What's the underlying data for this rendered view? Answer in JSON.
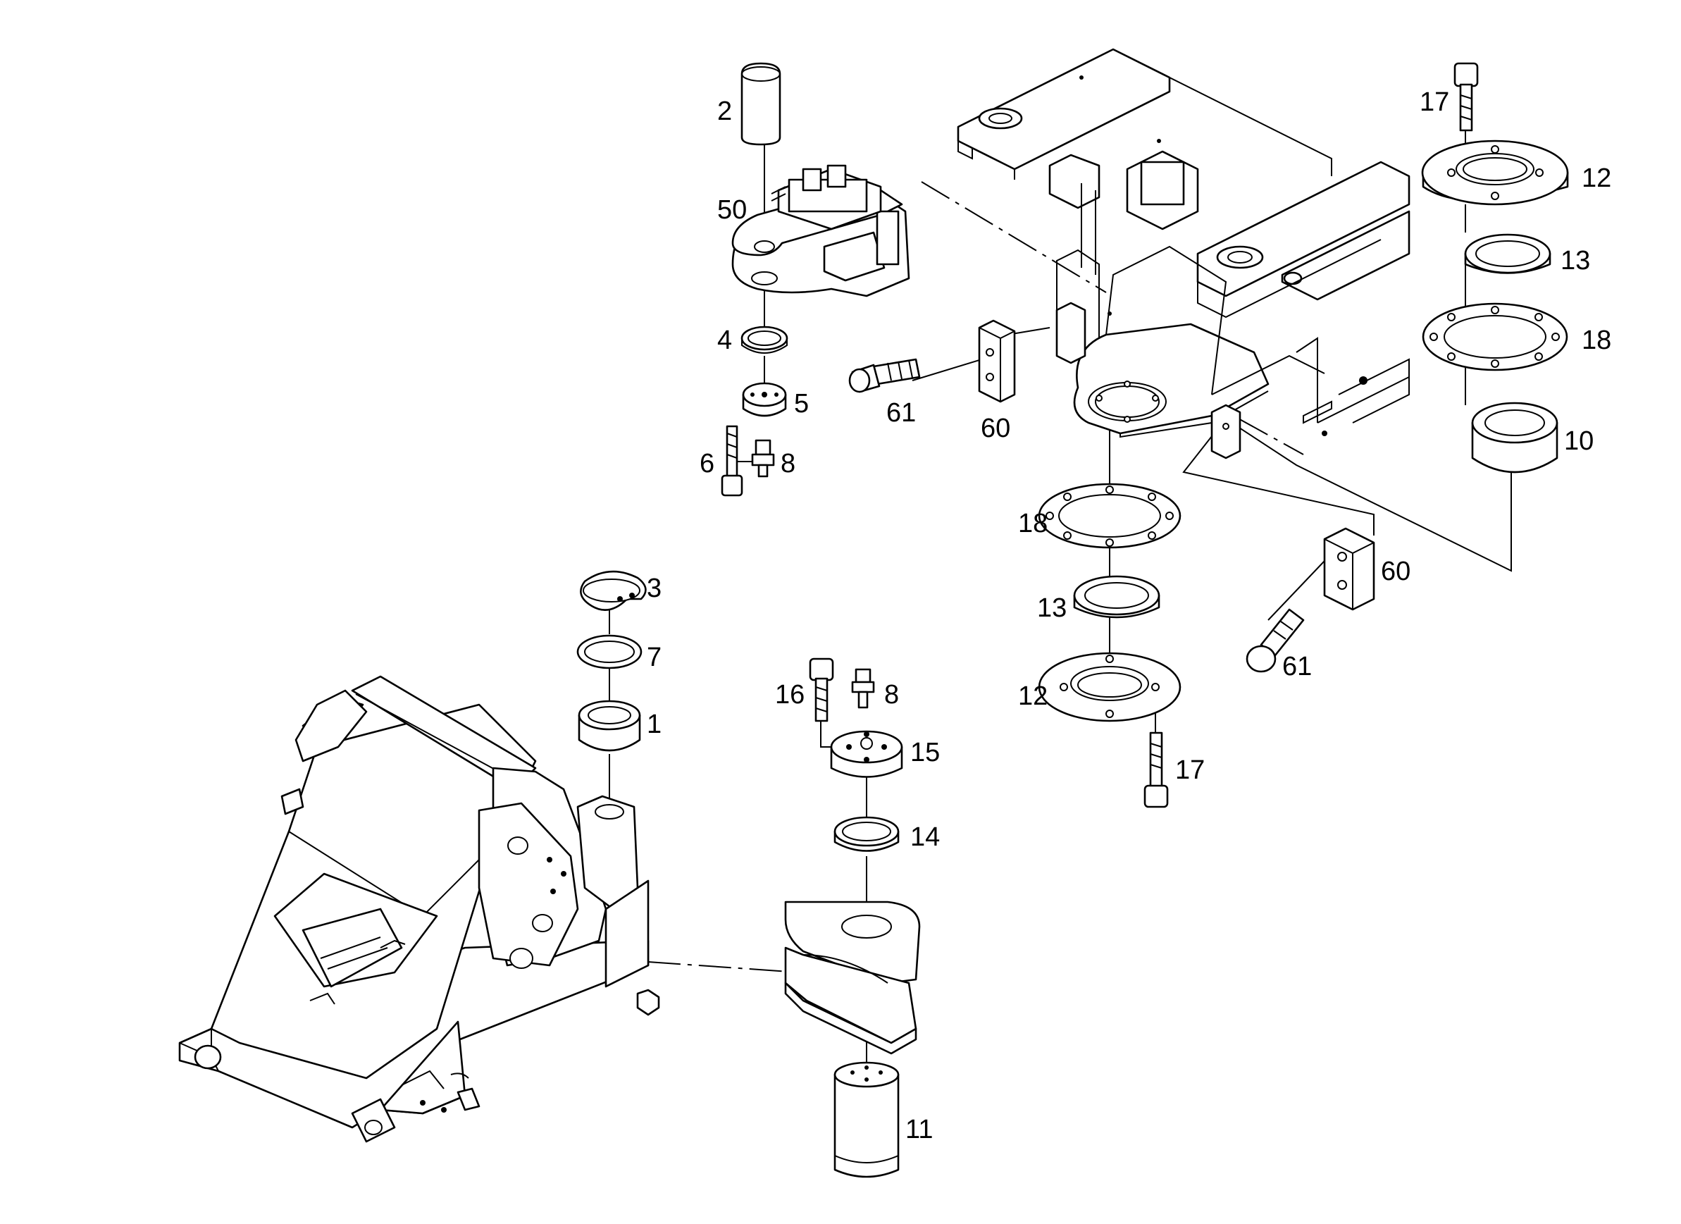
{
  "labels": {
    "l2": "2",
    "l50": "50",
    "l4": "4",
    "l5": "5",
    "l6": "6",
    "l8a": "8",
    "l61a": "61",
    "l60a": "60",
    "l17a": "17",
    "l12a": "12",
    "l13a": "13",
    "l18a": "18",
    "l10": "10",
    "l18b": "18",
    "l13b": "13",
    "l12b": "12",
    "l17b": "17",
    "l60b": "60",
    "l61b": "61",
    "l3": "3",
    "l7": "7",
    "l1": "1",
    "l16": "16",
    "l8b": "8",
    "l15": "15",
    "l14": "14",
    "l11": "11"
  },
  "icons": {
    "frame": "main-frame-icon",
    "swivel": "swivel-bracket-icon",
    "upper": "upper-frame-icon"
  }
}
